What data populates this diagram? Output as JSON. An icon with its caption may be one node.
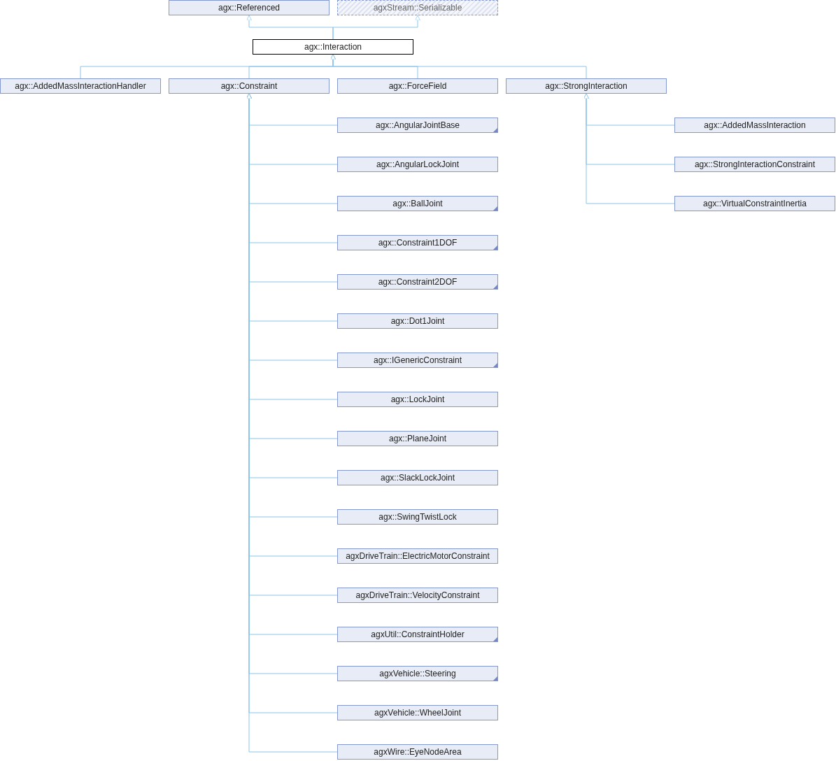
{
  "diagram": {
    "nodes": [
      {
        "text": [
          "agx::Referenced"
        ]
      },
      {
        "text": [
          "agxStream::Serializable"
        ]
      },
      {
        "text": [
          "agx::Interaction"
        ]
      },
      {
        "text": [
          "agx::AddedMassInteractionHandler"
        ]
      },
      {
        "text": [
          "agx::Constraint"
        ]
      },
      {
        "text": [
          "agx::ForceField"
        ]
      },
      {
        "text": [
          "agx::StrongInteraction"
        ]
      },
      {
        "text": [
          "agx::AngularJointBase"
        ]
      },
      {
        "text": [
          "agx::AngularLockJoint"
        ]
      },
      {
        "text": [
          "agx::BallJoint"
        ]
      },
      {
        "text": [
          "agx::Constraint1DOF"
        ]
      },
      {
        "text": [
          "agx::Constraint2DOF"
        ]
      },
      {
        "text": [
          "agx::Dot1Joint"
        ]
      },
      {
        "text": [
          "agx::IGenericConstraint"
        ]
      },
      {
        "text": [
          "agx::LockJoint"
        ]
      },
      {
        "text": [
          "agx::PlaneJoint"
        ]
      },
      {
        "text": [
          "agx::SlackLockJoint"
        ]
      },
      {
        "text": [
          "agx::SwingTwistLock"
        ]
      },
      {
        "text": [
          "agxDriveTrain::ElectricMotorConstraint"
        ]
      },
      {
        "text": [
          "agxDriveTrain::VelocityConstraint"
        ]
      },
      {
        "text": [
          "agxUtil::ConstraintHolder"
        ]
      },
      {
        "text": [
          "agxVehicle::Steering"
        ]
      },
      {
        "text": [
          "agxVehicle::WheelJoint"
        ]
      },
      {
        "text": [
          "agxWire::EyeNodeArea"
        ]
      },
      {
        "text": [
          "agx::AddedMassInteraction"
        ]
      },
      {
        "text": [
          "agx::StrongInteractionConstraint"
        ]
      },
      {
        "text": [
          "agx::VirtualConstraintInertia"
        ]
      }
    ],
    "edges": [
      {
        "from": 2,
        "to": 0,
        "arrow": "to"
      },
      {
        "from": 2,
        "to": 1,
        "arrow": "to"
      },
      {
        "from": 3,
        "to": 2,
        "arrow": "to"
      },
      {
        "from": 4,
        "to": 2,
        "arrow": "to"
      },
      {
        "from": 5,
        "to": 2,
        "arrow": "to"
      },
      {
        "from": 6,
        "to": 2,
        "arrow": "to"
      },
      {
        "from": 7,
        "to": 4,
        "arrow": "to"
      },
      {
        "from": 8,
        "to": 4,
        "arrow": "to"
      },
      {
        "from": 9,
        "to": 4,
        "arrow": "to"
      },
      {
        "from": 10,
        "to": 4,
        "arrow": "to"
      },
      {
        "from": 11,
        "to": 4,
        "arrow": "to"
      },
      {
        "from": 12,
        "to": 4,
        "arrow": "to"
      },
      {
        "from": 13,
        "to": 4,
        "arrow": "to"
      },
      {
        "from": 14,
        "to": 4,
        "arrow": "to"
      },
      {
        "from": 15,
        "to": 4,
        "arrow": "to"
      },
      {
        "from": 16,
        "to": 4,
        "arrow": "to"
      },
      {
        "from": 17,
        "to": 4,
        "arrow": "to"
      },
      {
        "from": 18,
        "to": 4,
        "arrow": "to"
      },
      {
        "from": 19,
        "to": 4,
        "arrow": "to"
      },
      {
        "from": 20,
        "to": 4,
        "arrow": "to"
      },
      {
        "from": 21,
        "to": 4,
        "arrow": "to"
      },
      {
        "from": 22,
        "to": 4,
        "arrow": "to"
      },
      {
        "from": 23,
        "to": 4,
        "arrow": "to"
      },
      {
        "from": 24,
        "to": 6,
        "arrow": "to"
      },
      {
        "from": 25,
        "to": 6,
        "arrow": "to"
      },
      {
        "from": 26,
        "to": 6,
        "arrow": "to"
      }
    ]
  }
}
